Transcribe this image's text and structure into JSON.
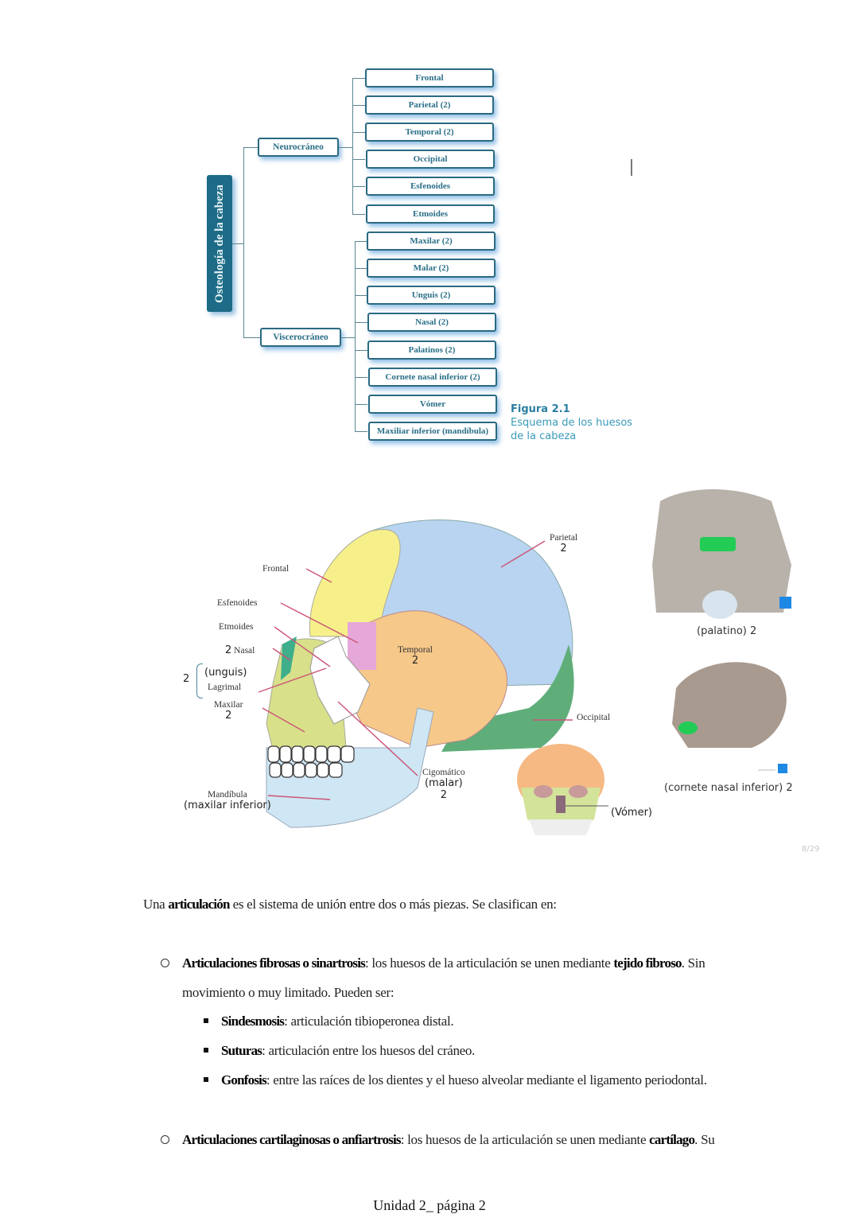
{
  "figure_tree": {
    "root": "Osteología de la cabeza",
    "branches": [
      {
        "label": "Neurocráneo",
        "children": [
          "Frontal",
          "Parietal (2)",
          "Temporal (2)",
          "Occipital",
          "Esfenoides",
          "Etmoides"
        ]
      },
      {
        "label": "Viscerocráneo",
        "children": [
          "Maxilar (2)",
          "Malar (2)",
          "Unguis (2)",
          "Nasal (2)",
          "Palatinos (2)",
          "Cornete nasal inferior (2)",
          "Vómer",
          "Maxiliar inferior (mandíbula)"
        ]
      }
    ],
    "caption": {
      "number": "Figura 2.1",
      "line1": "Esquema de los huesos",
      "line2": "de la cabeza"
    }
  },
  "skull_figure": {
    "labels": {
      "frontal": "Frontal",
      "esfenoides": "Esfenoides",
      "etmoides": "Etmoides",
      "nasal_count": "2",
      "nasal": "Nasal",
      "lagrimal_count": "2",
      "unguis": "(unguis)",
      "lagrimal": "Lagrimal",
      "maxilar": "Maxilar",
      "maxilar_count": "2",
      "mandibula": "Mandíbula",
      "mandibula_alt": "(maxilar inferior)",
      "parietal": "Parietal",
      "parietal_count": "2",
      "temporal": "Temporal",
      "temporal_count": "2",
      "occipital": "Occipital",
      "cigomatico": "Cigomático",
      "cigomatico_alt": "(malar)",
      "cigomatico_count": "2",
      "vomer": "(Vómer)",
      "palatino": "(palatino) 2",
      "cornete": "(cornete nasal inferior) 2"
    },
    "page_counter": "8/29"
  },
  "body": {
    "intro": {
      "pre": "Una ",
      "term": "articulación",
      "post": " es el sistema de unión entre dos o más piezas. Se clasifican en:"
    },
    "fibrosas": {
      "term": "Articulaciones fibrosas o sinartrosis",
      "text1": ": los huesos de la articulación se unen mediante ",
      "term2": "tejido fibroso",
      "text2": ". Sin",
      "line2": "movimiento o muy limitado. Pueden ser:",
      "subitems": [
        {
          "term": "Sindesmosis",
          "text": ": articulación tibioperonea distal."
        },
        {
          "term": "Suturas",
          "text": ": articulación entre los huesos del cráneo."
        },
        {
          "term": "Gonfosis",
          "text": ": entre las raíces de los dientes y el hueso alveolar mediante el ligamento periodontal."
        }
      ]
    },
    "cartilaginosas": {
      "term": "Articulaciones cartilaginosas o anfiartrosis",
      "text1": ": los huesos de la articulación se unen mediante ",
      "term2": "cartílago",
      "text2": ". Su"
    }
  },
  "footer": "Unidad 2_ página 2",
  "colors": {
    "tree_dark": "#1d6b86",
    "tree_text": "#2b6f88",
    "caption": "#3a9ab8",
    "frontal": "#f7f08a",
    "parietal": "#b9d4f0",
    "temporal": "#f6c88a",
    "occipital": "#5fae7a",
    "esfenoides": "#e6a8d8",
    "maxilar": "#d8e08a",
    "mandibula": "#cfe6f4",
    "nasal": "#3fae8a",
    "leader_line": "#cc5577"
  }
}
